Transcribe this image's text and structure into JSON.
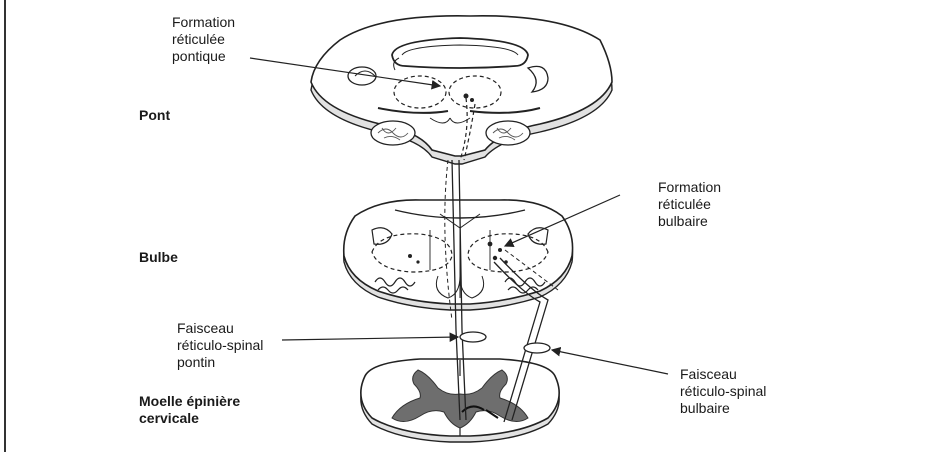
{
  "labels": {
    "form_ret_pontique": "Formation\nréticulée\npontique",
    "pont": "Pont",
    "form_ret_bulbaire": "Formation\nréticulée\nbulbaire",
    "bulbe": "Bulbe",
    "faisceau_pontin": "Faisceau\nréticulo-spinal\npontin",
    "moelle": "Moelle épinière\ncervicale",
    "faisceau_bulbaire": "Faisceau\nréticulo-spinal\nbulbaire"
  },
  "colors": {
    "stroke": "#222222",
    "grey_matter": "#6e6e6e",
    "section_fill": "#ffffff",
    "side_edge": "#d9d9d9"
  }
}
